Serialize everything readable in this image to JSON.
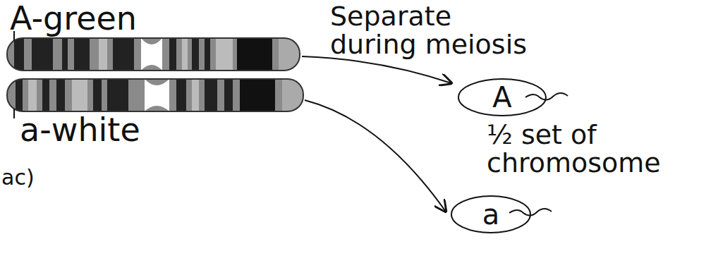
{
  "diagram": {
    "nodes": [
      {
        "text": [
          "A"
        ]
      },
      {
        "text": [
          "a"
        ]
      }
    ],
    "labels": [
      "A-green",
      "Separate during meiosis",
      "½ set of chromosome",
      "a-white",
      "ac)"
    ]
  }
}
